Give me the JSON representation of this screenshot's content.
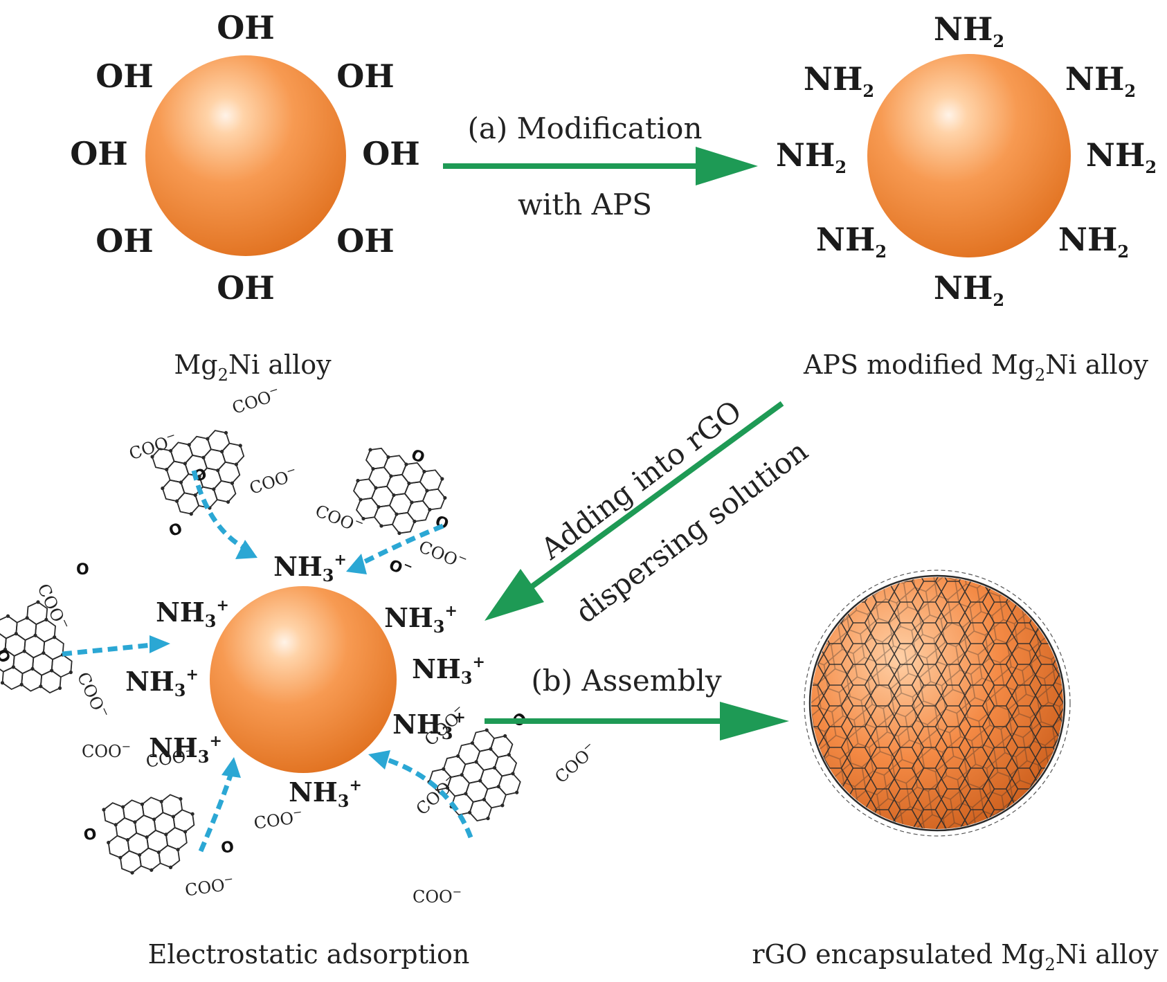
{
  "colors": {
    "sphere_light": "#ffd3a8",
    "sphere_mid": "#f79a52",
    "sphere_dark": "#e0701e",
    "arrow_green": "#1e9a55",
    "dashed_blue": "#2ba7d4",
    "ink": "#1a1a1a"
  },
  "groups": {
    "oh": "OH",
    "nh2": "NH",
    "nh2_sub": "2",
    "nh3": "NH",
    "nh3_sub": "3",
    "nh3_sup": "+",
    "coo": "COO",
    "coo_sup": "−",
    "o_atom": "O",
    "o_minus": "O",
    "minus": "−"
  },
  "step_a": {
    "label_line1": "(a) Modification",
    "label_line2": "with APS"
  },
  "step_b": {
    "label": "(b) Assembly"
  },
  "step_adding": {
    "line1": "Adding into rGO",
    "line2": "dispersing solution"
  },
  "captions": {
    "mg2ni": {
      "pre": "Mg",
      "sub": "2",
      "post": "Ni alloy"
    },
    "aps_modified": {
      "pre": "APS modified Mg",
      "sub": "2",
      "post": "Ni alloy"
    },
    "electrostatic": "Electrostatic adsorption",
    "rgo_encapsulated": {
      "pre": "rGO encapsulated Mg",
      "sub": "2",
      "post": "Ni alloy"
    }
  },
  "icons": [
    "orange-sphere-icon",
    "graphene-sheet-icon",
    "rgo-wrapped-sphere-icon",
    "green-arrow-icon",
    "dashed-blue-arrow-icon"
  ]
}
